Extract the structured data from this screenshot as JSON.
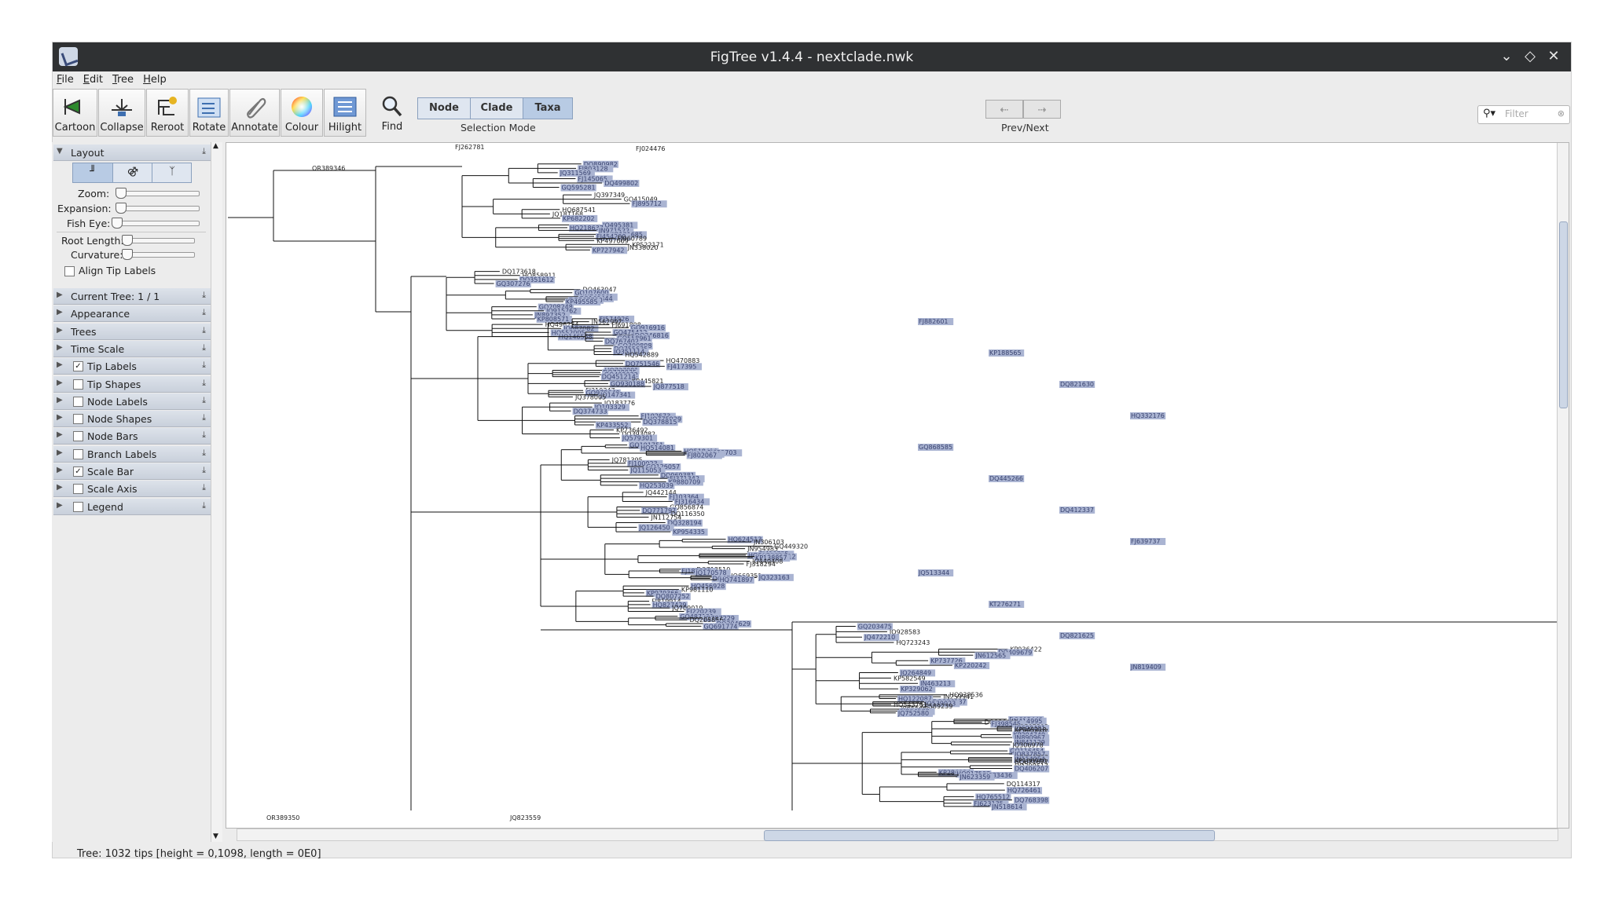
{
  "window": {
    "title": "FigTree v1.4.4 - nextclade.nwk"
  },
  "window_controls": [
    "minimize-icon",
    "maximize-icon",
    "close-icon"
  ],
  "menu": [
    "File",
    "Edit",
    "Tree",
    "Help"
  ],
  "toolbar": {
    "buttons": [
      "Cartoon",
      "Collapse",
      "Reroot",
      "Rotate",
      "Annotate",
      "Colour",
      "Hilight",
      "Find"
    ],
    "selection_mode": {
      "options": [
        "Node",
        "Clade",
        "Taxa"
      ],
      "selected": "Taxa",
      "label": "Selection Mode"
    },
    "prevnext": {
      "label": "Prev/Next"
    },
    "filter": {
      "placeholder": "Filter"
    }
  },
  "panel": {
    "layout": {
      "title": "Layout",
      "controls": [
        "Zoom:",
        "Expansion:",
        "Fish Eye:",
        "Root Length:",
        "Curvature:"
      ],
      "align_tip_labels": "Align Tip Labels"
    },
    "sections": [
      {
        "label": "Current Tree: 1 / 1",
        "checkbox": null
      },
      {
        "label": "Appearance",
        "checkbox": null
      },
      {
        "label": "Trees",
        "checkbox": null
      },
      {
        "label": "Time Scale",
        "checkbox": null
      },
      {
        "label": "Tip Labels",
        "checkbox": true
      },
      {
        "label": "Tip Shapes",
        "checkbox": false
      },
      {
        "label": "Node Labels",
        "checkbox": false
      },
      {
        "label": "Node Shapes",
        "checkbox": false
      },
      {
        "label": "Node Bars",
        "checkbox": false
      },
      {
        "label": "Branch Labels",
        "checkbox": false
      },
      {
        "label": "Scale Bar",
        "checkbox": true
      },
      {
        "label": "Scale Axis",
        "checkbox": false
      },
      {
        "label": "Legend",
        "checkbox": false
      }
    ]
  },
  "tree_labels": {
    "plain": [
      "OR389346",
      "FJ024476",
      "FJ262781",
      "OR389350",
      "JQ823559"
    ],
    "highlighted": [
      "FJ882601",
      "KP188565",
      "DQ821630",
      "HQ332176",
      "GQ868585",
      "DQ445266",
      "DQ412337",
      "FJ639737",
      "JQ513344",
      "KT276271",
      "DQ821625",
      "JN819409"
    ]
  },
  "status": "Tree: 1032 tips [height = 0,1098, length = 0E0]",
  "colors": {
    "highlight": "#aab4d2",
    "titlebar": "#2f3133",
    "panel_header": "#c9d0db"
  }
}
